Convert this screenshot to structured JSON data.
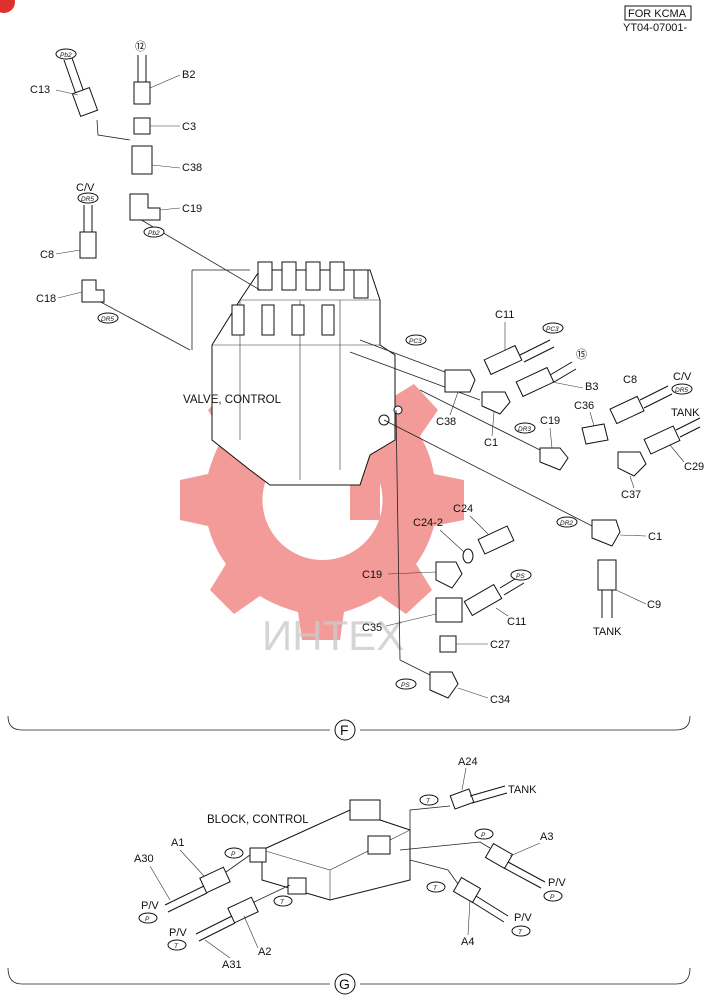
{
  "header": {
    "model_box": "FOR KCMA",
    "serial": "YT04-07001-"
  },
  "watermark": {
    "text": "ИНТЕХ",
    "color": "#e8504f"
  },
  "section_f": {
    "marker": "F",
    "assembly_label": "VALVE, CONTROL",
    "labels": {
      "n12": "⑫",
      "b2": "B2",
      "c13": "C13",
      "c3": "C3",
      "c38_top": "C38",
      "c19_top": "C19",
      "cv_left": "C/V",
      "c8_left": "C8",
      "c18": "C18",
      "c11_top": "C11",
      "n15": "⑮",
      "b3": "B3",
      "c8_right": "C8",
      "cv_right": "C/V",
      "tank_right": "TANK",
      "c38_mid": "C38",
      "c1_mid": "C1",
      "c19_mid": "C19",
      "c36": "C36",
      "c29": "C29",
      "c37": "C37",
      "c24": "C24",
      "c24_2": "C24-2",
      "c1_low": "C1",
      "c19_low": "C19",
      "c11_low": "C11",
      "c9": "C9",
      "tank_low": "TANK",
      "c35": "C35",
      "c27": "C27",
      "c34": "C34"
    },
    "ports": {
      "pb2_a": "Pb2",
      "pb2_b": "Pb2",
      "dr5_a": "DR5",
      "dr5_b": "DR5",
      "pc3_a": "PC3",
      "pc3_b": "PC3",
      "dr3_a": "DR3",
      "dr5_c": "DR5",
      "dr2": "DR2",
      "ps_a": "PS",
      "ps_b": "PS"
    }
  },
  "section_g": {
    "marker": "G",
    "assembly_label": "BLOCK, CONTROL",
    "labels": {
      "a24": "A24",
      "tank": "TANK",
      "a3": "A3",
      "a1": "A1",
      "a30": "A30",
      "pv_a": "P/V",
      "pv_b": "P/V",
      "pv_c": "P/V",
      "pv_d": "P/V",
      "a2": "A2",
      "a31": "A31",
      "a4": "A4"
    },
    "ports": {
      "t_a": "T",
      "p_a": "P",
      "p_b": "P",
      "t_b": "T",
      "t_c": "T",
      "p_c": "P",
      "p_d": "P",
      "t_d": "T",
      "t_e": "T"
    }
  }
}
